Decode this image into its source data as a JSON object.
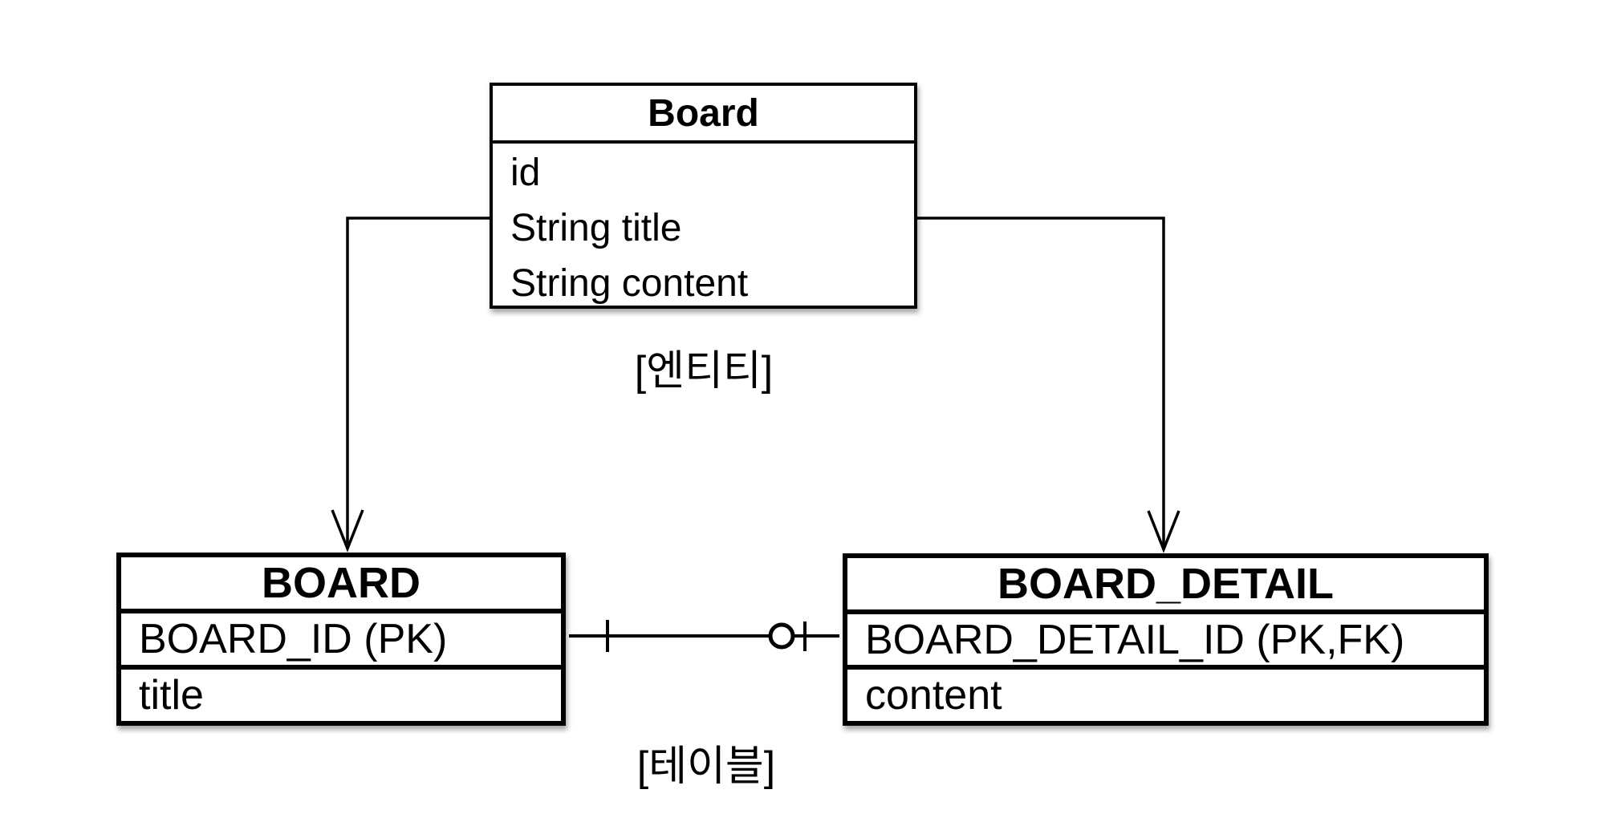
{
  "diagram": {
    "entity": {
      "title": "Board",
      "fields": [
        "id",
        "String title",
        "String content"
      ]
    },
    "entity_caption": "[엔티티]",
    "tables": {
      "board": {
        "name": "BOARD",
        "rows": [
          "BOARD_ID (PK)",
          "title"
        ]
      },
      "board_detail": {
        "name": "BOARD_DETAIL",
        "rows": [
          "BOARD_DETAIL_ID (PK,FK)",
          "content"
        ]
      }
    },
    "table_caption": "[테이블]",
    "colors": {
      "stroke": "#000000",
      "background": "#ffffff"
    }
  }
}
